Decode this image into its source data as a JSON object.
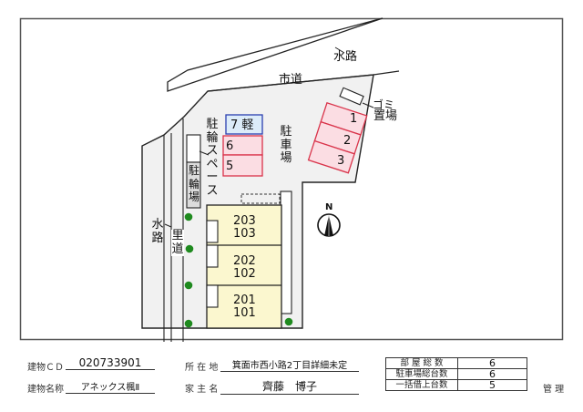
{
  "map": {
    "labels": {
      "waterway_top": "水路",
      "city_road": "市道",
      "garbage": [
        "ゴミ",
        "置場"
      ],
      "parking": "駐車場",
      "bicycle_space": "駐輪スペース",
      "bicycle_shed": "駐輪場",
      "waterway_left": "水路",
      "village_road": "里道",
      "north": "N"
    },
    "parking_spaces": [
      {
        "id": "1",
        "label": "1",
        "color": "#d9334a",
        "fill": "#fbdde3"
      },
      {
        "id": "2",
        "label": "2",
        "color": "#d9334a",
        "fill": "#fbdde3"
      },
      {
        "id": "3",
        "label": "3",
        "color": "#d9334a",
        "fill": "#fbdde3"
      },
      {
        "id": "5",
        "label": "5",
        "color": "#d9334a",
        "fill": "#fbdde3"
      },
      {
        "id": "6",
        "label": "6",
        "color": "#d9334a",
        "fill": "#fbdde3"
      },
      {
        "id": "7",
        "label": "7 軽",
        "color": "#2a3fb0",
        "fill": "#dcecf9"
      }
    ],
    "units": [
      {
        "upper": "203",
        "lower": "103"
      },
      {
        "upper": "202",
        "lower": "102"
      },
      {
        "upper": "201",
        "lower": "101"
      }
    ],
    "colors": {
      "site_fill": "#f1f1f1",
      "building_fill": "#fbf7cf",
      "tree": "#1f8a1f"
    }
  },
  "footer": {
    "building_cd_label": "建物ＣＤ",
    "building_cd": "020733901",
    "building_name_label": "建物名称",
    "building_name": "アネックス楓Ⅱ",
    "location_label": "所 在 地",
    "location": "箕面市西小路2丁目詳細未定",
    "owner_label": "家 主 名",
    "owner": "齊藤　博子",
    "stats": [
      {
        "label": "部 屋 総 数",
        "value": "6"
      },
      {
        "label": "駐車場総台数",
        "value": "6"
      },
      {
        "label": "一括借上台数",
        "value": "5"
      }
    ],
    "management": "管 理"
  }
}
